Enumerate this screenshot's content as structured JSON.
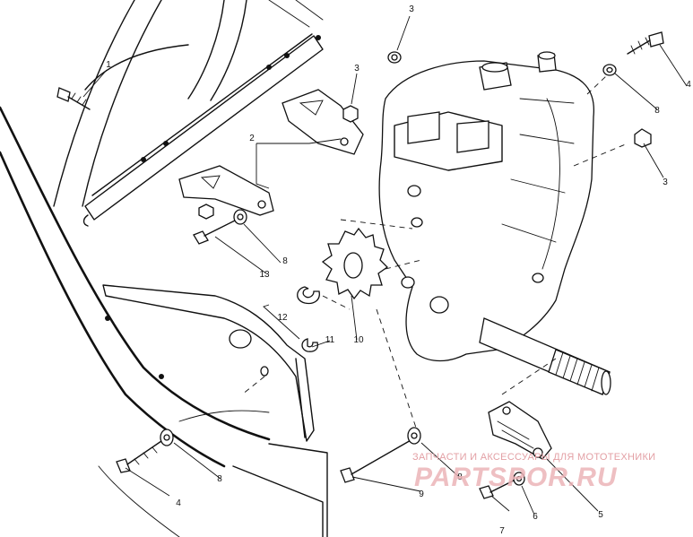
{
  "diagram": {
    "callouts": [
      {
        "key": "c1",
        "label": "1"
      },
      {
        "key": "c2",
        "label": "2"
      },
      {
        "key": "c3a",
        "label": "3"
      },
      {
        "key": "c3b",
        "label": "3"
      },
      {
        "key": "c3c",
        "label": "3"
      },
      {
        "key": "c4a",
        "label": "4"
      },
      {
        "key": "c4b",
        "label": "4"
      },
      {
        "key": "c5",
        "label": "5"
      },
      {
        "key": "c6",
        "label": "6"
      },
      {
        "key": "c7",
        "label": "7"
      },
      {
        "key": "c8a",
        "label": "8"
      },
      {
        "key": "c8b",
        "label": "8"
      },
      {
        "key": "c8c",
        "label": "8"
      },
      {
        "key": "c8d",
        "label": "8"
      },
      {
        "key": "c9",
        "label": "9"
      },
      {
        "key": "c10",
        "label": "10"
      },
      {
        "key": "c11",
        "label": "11"
      },
      {
        "key": "c12",
        "label": "12"
      },
      {
        "key": "c13",
        "label": "13"
      }
    ]
  },
  "watermark": {
    "subtitle": "ЗАПЧАСТИ И АКСЕССУАРЫ ДЛЯ МОТОТЕХНИКИ",
    "brand": "PARTSPOR.RU"
  }
}
